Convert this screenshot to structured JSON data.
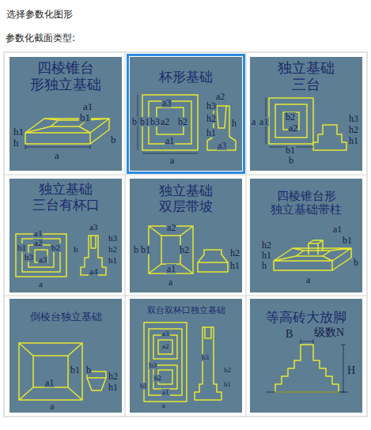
{
  "diagram": {
    "title": "选择参数化图形",
    "nodes": [
      {
        "text": [
          "四棱锥台 形独立基础"
        ]
      },
      {
        "text": [
          "杯形基础"
        ]
      },
      {
        "text": [
          "独立基础 三台"
        ]
      },
      {
        "text": [
          "独立基础 三台有杯口"
        ]
      },
      {
        "text": [
          "独立基础 双层带坡"
        ]
      },
      {
        "text": [
          "四棱锥台形 独立基础带柱"
        ]
      },
      {
        "text": [
          "倒棱台独立基础"
        ]
      },
      {
        "text": [
          "双台双杯口独立基础"
        ]
      },
      {
        "text": [
          "等高砖大放脚"
        ]
      }
    ],
    "labels": [
      "参数化截面类型:",
      "a1",
      "b1",
      "h1",
      "h",
      "a",
      "b",
      "a2",
      "h3",
      "a3",
      "b",
      "b1",
      "b3",
      "a2",
      "b2",
      "h2",
      "h",
      "h1",
      "a1",
      "a3",
      "a",
      "a",
      "a1",
      "b2",
      "a2",
      "b1",
      "b",
      "h3",
      "h2",
      "h1",
      "a1",
      "b1",
      "a2",
      "b2",
      "b3",
      "a3",
      "a",
      "a3",
      "h",
      "h3",
      "h2",
      "h1",
      "a4",
      "a2",
      "b",
      "b1",
      "b2",
      "a1",
      "a",
      "h2",
      "h1",
      "a1",
      "b1",
      "h2",
      "h1",
      "h",
      "a",
      "b",
      "b1",
      "a1",
      "a",
      "b",
      "h2",
      "h1",
      "a3",
      "a2",
      "b3",
      "b2",
      "b1",
      "a1",
      "a",
      "h3",
      "h2",
      "h1",
      "B",
      "级数N",
      "H"
    ]
  }
}
